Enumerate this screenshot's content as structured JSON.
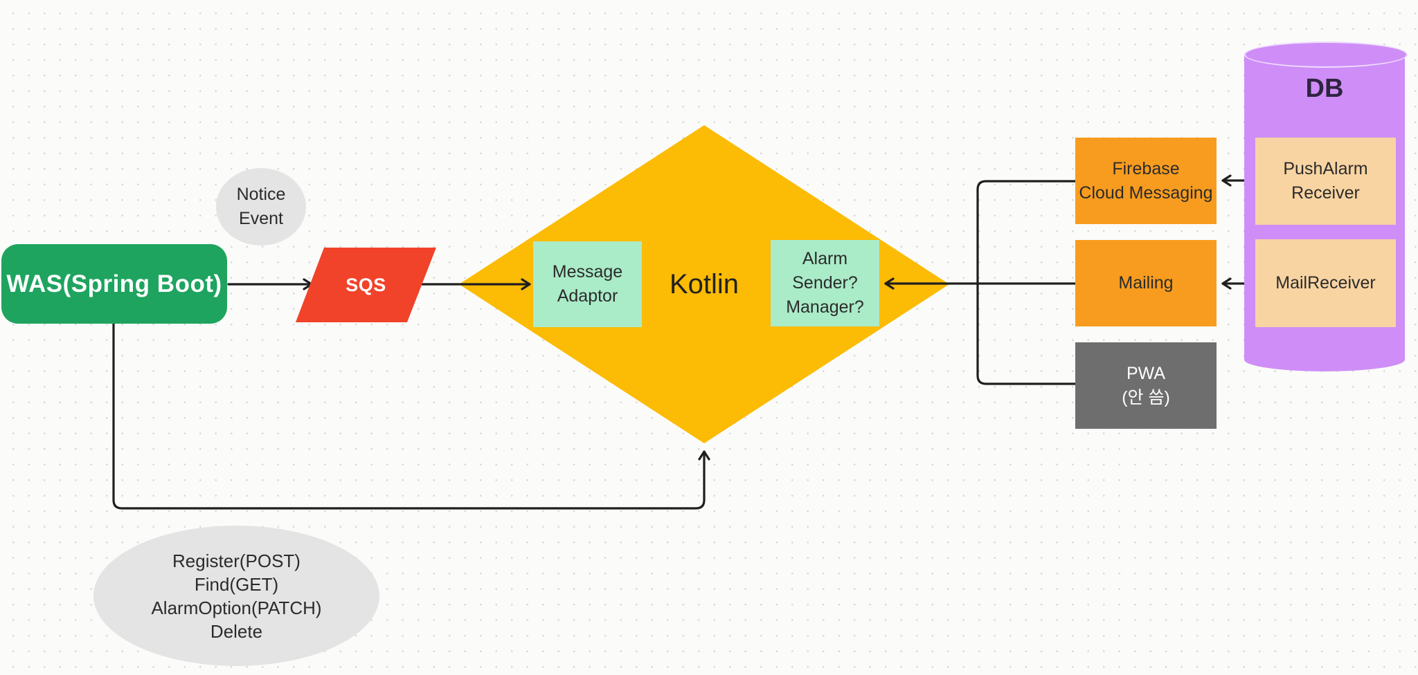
{
  "canvas": {
    "background": "#FBFBF9",
    "dot_color": "#D7D7D7",
    "line_color": "#1F1F1F"
  },
  "nodes": {
    "was": {
      "label": "WAS(Spring Boot)",
      "color": "#1EA45F"
    },
    "notice_event": {
      "lines": [
        "Notice",
        "Event"
      ],
      "color": "#E4E4E4"
    },
    "sqs": {
      "label": "SQS",
      "color": "#F0432A"
    },
    "kotlin": {
      "label": "Kotlin",
      "color": "#FCBB05"
    },
    "message_adaptor": {
      "lines": [
        "Message",
        "Adaptor"
      ],
      "color": "#AAEBC8"
    },
    "alarm_sender": {
      "lines": [
        "Alarm",
        "Sender?",
        "Manager?"
      ],
      "color": "#AAEBC8"
    },
    "firebase": {
      "lines": [
        "Firebase",
        "Cloud Messaging"
      ],
      "color": "#F89C1F"
    },
    "mailing": {
      "label": "Mailing",
      "color": "#F89C1F"
    },
    "pwa": {
      "lines": [
        "PWA",
        "(안 씀)"
      ],
      "color": "#6E6E6E"
    },
    "db": {
      "label": "DB",
      "color": "#CF8EF7"
    },
    "pushalarm_receiver": {
      "lines": [
        "PushAlarm",
        "Receiver"
      ],
      "color": "#F8D4A2"
    },
    "mail_receiver": {
      "label": "MailReceiver",
      "color": "#F8D4A2"
    },
    "api_endpoints": {
      "lines": [
        "Register(POST)",
        "Find(GET)",
        "AlarmOption(PATCH)",
        "Delete"
      ],
      "color": "#E4E4E4"
    }
  }
}
